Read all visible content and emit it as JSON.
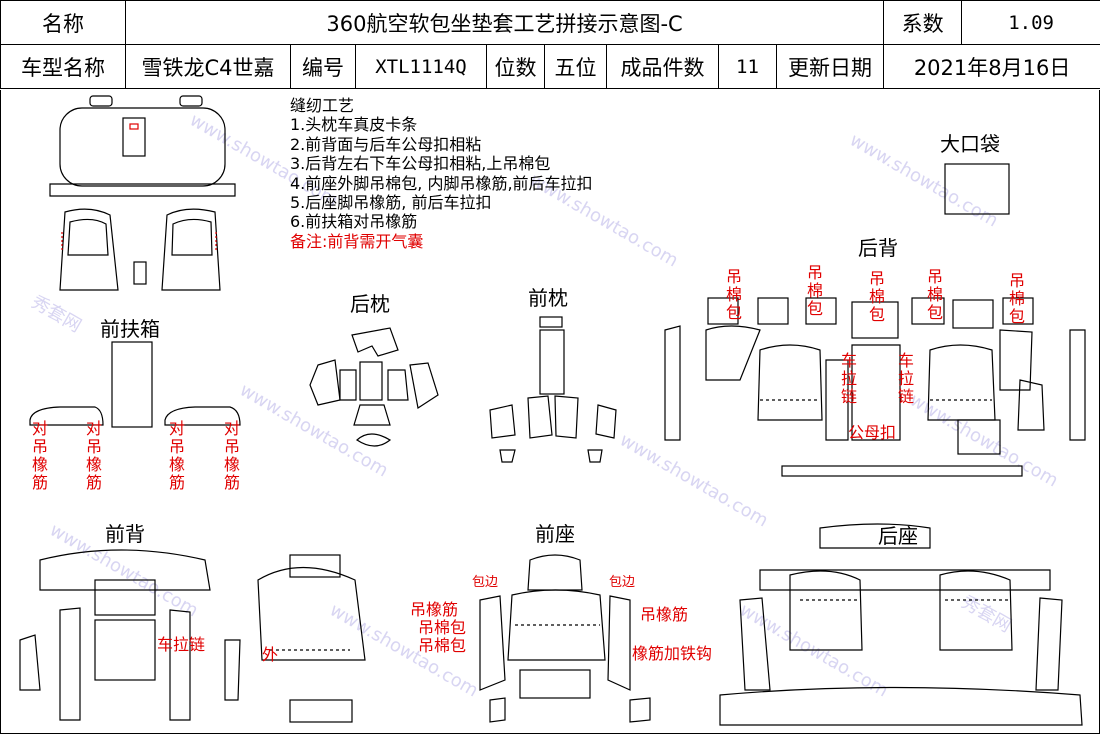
{
  "header": {
    "name_label": "名称",
    "title": "360航空软包坐垫套工艺拼接示意图-C",
    "coef_label": "系数",
    "coef_value": "1.09",
    "model_label": "车型名称",
    "model_value": "雪铁龙C4世嘉",
    "code_label": "编号",
    "code_value": "XTL1114Q",
    "seats_label": "位数",
    "seats_value": "五位",
    "pieces_label": "成品件数",
    "pieces_value": "11",
    "update_label": "更新日期",
    "update_value": "2021年8月16日"
  },
  "notes": {
    "heading": "缝纫工艺",
    "lines": [
      "1.头枕车真皮卡条",
      "2.前背面与后车公母扣相粘",
      "3.后背左右下车公母扣相粘,上吊棉包",
      "4.前座外脚吊棉包, 内脚吊橡筋,前后车拉扣",
      "5.后座脚吊橡筋, 前后车拉扣",
      "6.前扶箱对吊橡筋"
    ],
    "remark": "备注:前背需开气囊"
  },
  "sections": {
    "armrest": "前扶箱",
    "rear_headrest": "后枕",
    "front_headrest": "前枕",
    "big_pocket": "大口袋",
    "rear_back": "后背",
    "front_back": "前背",
    "front_seat": "前座",
    "rear_seat": "后座"
  },
  "annotations": {
    "dui_diao_xiang_jin": "对吊橡筋",
    "diao_mian_bao": "吊棉包",
    "che_la_lian": "车拉链",
    "gong_mu_kou": "公母扣",
    "che_la_lian_front": "车拉链",
    "wai": "外",
    "bao_bian": "包边",
    "diao_xiang_jin": "吊橡筋",
    "xiang_jin_jia_tie_gou": "橡筋加铁钩"
  },
  "watermark": "www.showtao.com",
  "watermark_cn": "秀套网",
  "colors": {
    "line": "#000000",
    "annotation": "#e00000",
    "watermark": "#b9b3e8"
  }
}
